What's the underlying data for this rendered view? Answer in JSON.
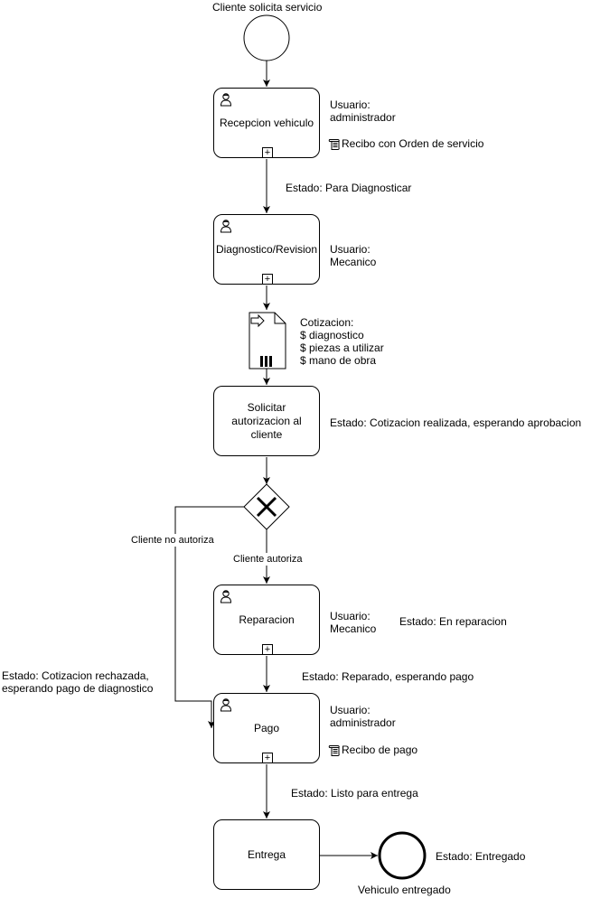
{
  "start_event": {
    "label": "Cliente solicita servicio"
  },
  "end_event": {
    "label": "Vehiculo entregado",
    "state": "Estado: Entregado"
  },
  "tasks": [
    {
      "name": "Recepcion vehiculo",
      "user": [
        "Usuario:",
        "administrador"
      ],
      "doc": "Recibo con Orden de servicio",
      "state_after": "Estado: Para Diagnosticar"
    },
    {
      "name": "Diagnostico/Revision",
      "user": [
        "Usuario:",
        "Mecanico"
      ]
    },
    {
      "name": "Solicitar autorizacion al cliente",
      "state_right": "Estado: Cotizacion realizada, esperando aprobacion"
    },
    {
      "name": "Reparacion",
      "user": [
        "Usuario:",
        "Mecanico"
      ],
      "state_right": "Estado: En reparacion",
      "state_after": "Estado: Reparado, esperando pago"
    },
    {
      "name": "Pago",
      "user": [
        "Usuario:",
        "administrador"
      ],
      "doc": "Recibo de pago",
      "state_after": "Estado: Listo para entrega"
    },
    {
      "name": "Entrega"
    }
  ],
  "data_object": {
    "title": "Cotizacion:",
    "lines": [
      "$ diagnostico",
      "$ piezas a utilizar",
      "$ mano de obra"
    ]
  },
  "gateway": {
    "yes_label": "Cliente autoriza",
    "no_label": "Cliente no autoriza",
    "no_state": [
      "Estado: Cotizacion rechazada,",
      "esperando pago de diagnostico"
    ]
  }
}
